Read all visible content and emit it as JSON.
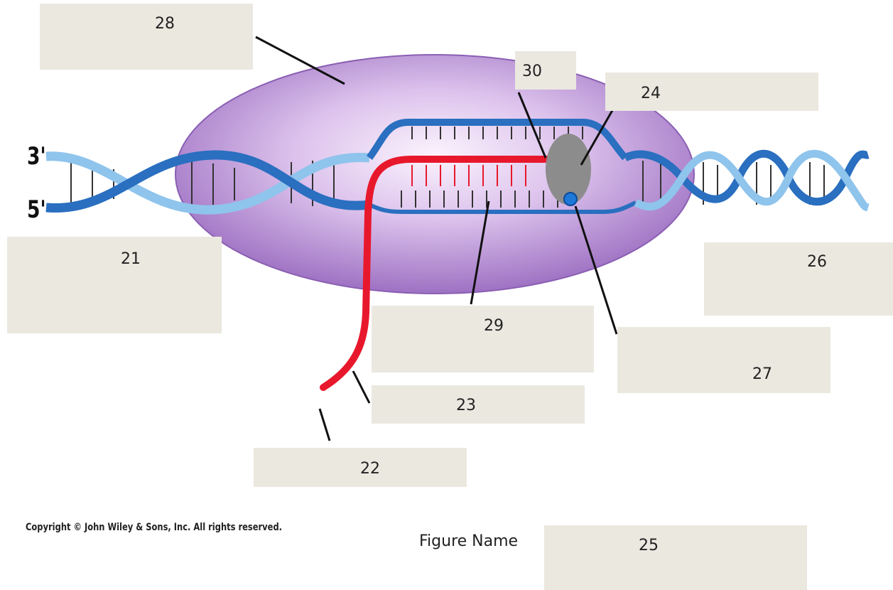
{
  "strand_labels": {
    "top": "3'",
    "bottom": "5'"
  },
  "labels": {
    "l21": "21",
    "l22": "22",
    "l23": "23",
    "l24": "24",
    "l25": "25",
    "l26": "26",
    "l27": "27",
    "l28": "28",
    "l29": "29",
    "l30": "30"
  },
  "copyright": "Copyright © John Wiley & Sons, Inc. All rights reserved.",
  "figure_name_label": "Figure Name",
  "colors": {
    "polymerase_body": "#c8a8e0",
    "dna_dark": "#2a6fc0",
    "dna_light": "#8fc4ec",
    "rna": "#e8182c",
    "active_site": "#8c8c8c",
    "label_box": "#ebe8e0"
  }
}
